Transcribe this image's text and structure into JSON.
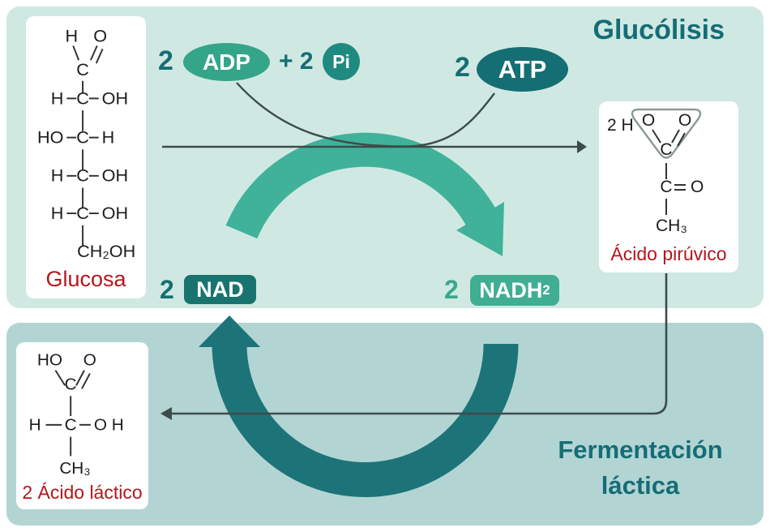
{
  "titles": {
    "glycolysis": "Glucólisis",
    "fermentation_line1": "Fermentación",
    "fermentation_line2": "láctica"
  },
  "molecules": {
    "adp": {
      "count": "2",
      "label": "ADP"
    },
    "pi": {
      "count": "+ 2",
      "label": "Pi"
    },
    "atp": {
      "count": "2",
      "label": "ATP"
    },
    "nad": {
      "count": "2",
      "label": "NAD"
    },
    "nadh2": {
      "count": "2",
      "label": "NADH",
      "subscript": "2"
    }
  },
  "structures": {
    "glucose": {
      "top_h": "H",
      "top_o": "O",
      "c1": "C",
      "rows": [
        {
          "left": "H",
          "c": "C",
          "right": "OH"
        },
        {
          "left": "HO",
          "c": "C",
          "right": "H"
        },
        {
          "left": "H",
          "c": "C",
          "right": "OH"
        },
        {
          "left": "H",
          "c": "C",
          "right": "OH"
        }
      ],
      "tail": "CH₂OH",
      "label": "Glucosa"
    },
    "pyruvate": {
      "prefix": "2 H",
      "o_left": "O",
      "o_right": "O",
      "c_ring": "C",
      "c_mid": "C",
      "o_mid": "O",
      "tail": "CH₃",
      "label": "Ácido pirúvico"
    },
    "lactate": {
      "ho": "HO",
      "o": "O",
      "c1": "C",
      "row": {
        "left": "H",
        "c": "C",
        "right": "O H"
      },
      "tail": "CH₃",
      "label": "2 Ácido láctico"
    }
  },
  "colors": {
    "panel_top": "#cfe9e2",
    "panel_bottom": "#b2d5d4",
    "green_accent": "#3fae93",
    "dark_teal": "#156e73",
    "arrow_teal": "#1d7478",
    "line_gray": "#3d4b4b",
    "label_red": "#b5161c",
    "title_teal": "#156d76"
  }
}
